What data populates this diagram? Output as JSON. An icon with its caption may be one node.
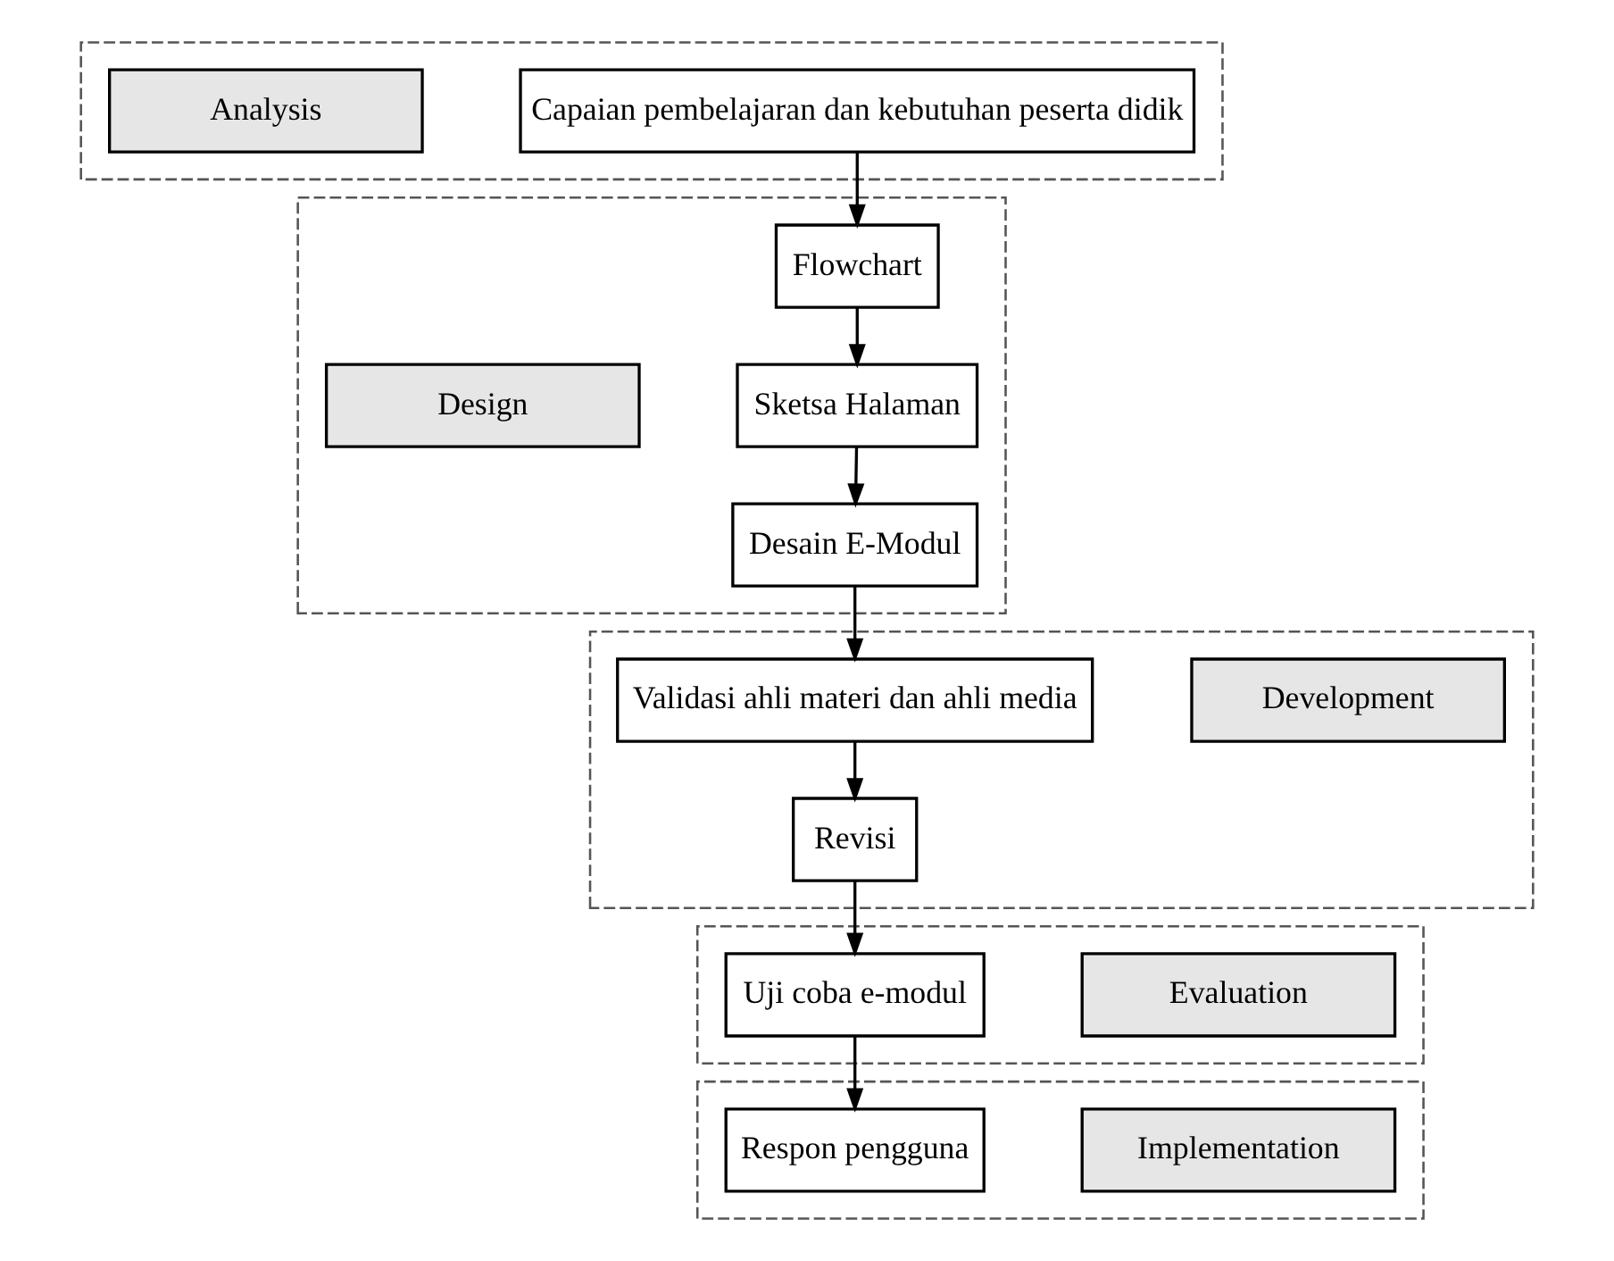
{
  "diagram": {
    "nodes": [
      {
        "text": [],
        "shape": "box"
      },
      {
        "text": [
          "Analysis"
        ],
        "in": 0
      },
      {
        "text": [
          "Capaian pembelajaran dan kebutuhan peserta didik"
        ],
        "in": 0
      },
      {
        "text": [],
        "shape": "box"
      },
      {
        "text": [
          "Design"
        ],
        "in": 3
      },
      {
        "text": [
          "Flowchart"
        ],
        "in": 3
      },
      {
        "text": [
          "Sketsa Halaman"
        ],
        "in": 3
      },
      {
        "text": [
          "Desain E-Modul"
        ],
        "in": 3
      },
      {
        "text": [],
        "shape": "box"
      },
      {
        "text": [
          "Development"
        ],
        "in": 8
      },
      {
        "text": [
          "Validasi ahli materi dan ahli media"
        ],
        "in": 8
      },
      {
        "text": [
          "Revisi"
        ],
        "in": 8
      },
      {
        "text": [],
        "shape": "box"
      },
      {
        "text": [
          "Evaluation"
        ],
        "in": 12
      },
      {
        "text": [
          "Uji coba e-modul"
        ],
        "in": 12
      },
      {
        "text": [],
        "shape": "box"
      },
      {
        "text": [
          "Implementation"
        ],
        "in": 15
      },
      {
        "text": [
          "Respon pengguna"
        ],
        "in": 15
      }
    ],
    "edges": [
      {
        "from": 2,
        "to": 5,
        "arrow": "to"
      },
      {
        "from": 5,
        "to": 6,
        "arrow": "to"
      },
      {
        "from": 6,
        "to": 7,
        "arrow": "to"
      },
      {
        "from": 7,
        "to": 10,
        "arrow": "to"
      },
      {
        "from": 10,
        "to": 11,
        "arrow": "to"
      },
      {
        "from": 11,
        "to": 14,
        "arrow": "to"
      },
      {
        "from": 14,
        "to": 17,
        "arrow": "to"
      }
    ]
  }
}
